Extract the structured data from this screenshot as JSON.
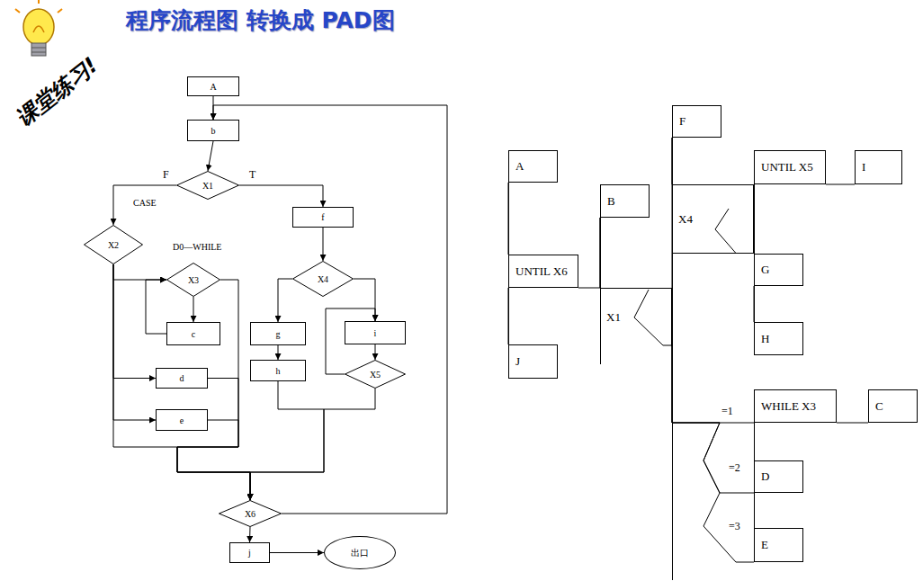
{
  "diagram": {
    "title": "程序流程图 转换成 PAD图",
    "nodes": [
      {
        "text": [
          "A"
        ]
      },
      {
        "text": [
          "b"
        ]
      },
      {
        "text": [
          "X1"
        ]
      },
      {
        "text": [
          "X2"
        ]
      },
      {
        "text": [
          "f"
        ]
      },
      {
        "text": [
          "X3"
        ]
      },
      {
        "text": [
          "X4"
        ]
      },
      {
        "text": [
          "c"
        ]
      },
      {
        "text": [
          "g"
        ]
      },
      {
        "text": [
          "i"
        ]
      },
      {
        "text": [
          "h"
        ]
      },
      {
        "text": [
          "X5"
        ]
      },
      {
        "text": [
          "d"
        ]
      },
      {
        "text": [
          "e"
        ]
      },
      {
        "text": [
          "X6"
        ]
      },
      {
        "text": [
          "j"
        ]
      },
      {
        "text": [
          "出口"
        ]
      },
      {
        "text": [
          "A"
        ]
      },
      {
        "text": [
          "UNTIL X6"
        ]
      },
      {
        "text": [
          "J"
        ]
      },
      {
        "text": [
          "B"
        ]
      },
      {
        "text": [
          "X1"
        ]
      },
      {
        "text": [
          "F"
        ]
      },
      {
        "text": [
          "X4"
        ]
      },
      {
        "text": [
          "UNTIL X5"
        ]
      },
      {
        "text": [
          "I"
        ]
      },
      {
        "text": [
          "G"
        ]
      },
      {
        "text": [
          "H"
        ]
      },
      {
        "text": [
          "WHILE X3"
        ]
      },
      {
        "text": [
          "C"
        ]
      },
      {
        "text": [
          "D"
        ]
      },
      {
        "text": [
          "E"
        ]
      }
    ],
    "edges": [
      {
        "from": 0,
        "to": 1,
        "arrow": "to"
      },
      {
        "from": 1,
        "to": 2,
        "arrow": "to"
      },
      {
        "from": 2,
        "to": 3,
        "label": "F",
        "arrow": "to"
      },
      {
        "from": 2,
        "to": 4,
        "label": "T",
        "arrow": "to"
      },
      {
        "from": 4,
        "to": 6,
        "arrow": "to"
      },
      {
        "from": 6,
        "to": 8,
        "arrow": "to"
      },
      {
        "from": 8,
        "to": 10,
        "arrow": "to"
      },
      {
        "from": 6,
        "to": 9,
        "arrow": "to"
      },
      {
        "from": 9,
        "to": 11,
        "arrow": "to"
      },
      {
        "from": 11,
        "to": 9,
        "arrow": "to"
      },
      {
        "from": 3,
        "to": 5,
        "arrow": "to"
      },
      {
        "from": 5,
        "to": 7,
        "arrow": "to"
      },
      {
        "from": 7,
        "to": 5,
        "arrow": "to"
      },
      {
        "from": 3,
        "to": 12,
        "arrow": "to"
      },
      {
        "from": 3,
        "to": 13,
        "arrow": "to"
      },
      {
        "from": 3,
        "to": 14,
        "arrow": "to"
      },
      {
        "from": 5,
        "to": 14,
        "arrow": "to"
      },
      {
        "from": 12,
        "to": 14,
        "arrow": "to"
      },
      {
        "from": 13,
        "to": 14,
        "arrow": "to"
      },
      {
        "from": 10,
        "to": 14,
        "arrow": "to"
      },
      {
        "from": 11,
        "to": 14,
        "arrow": "to"
      },
      {
        "from": 14,
        "to": 1,
        "arrow": "to"
      },
      {
        "from": 14,
        "to": 15,
        "arrow": "to"
      },
      {
        "from": 15,
        "to": 16,
        "arrow": "to"
      },
      {
        "from": 17,
        "to": 18,
        "arrow": "none"
      },
      {
        "from": 18,
        "to": 19,
        "arrow": "none"
      },
      {
        "from": 18,
        "to": 20,
        "arrow": "none"
      },
      {
        "from": 20,
        "to": 21,
        "arrow": "none"
      },
      {
        "from": 21,
        "to": 22,
        "arrow": "none"
      },
      {
        "from": 22,
        "to": 23,
        "arrow": "none"
      },
      {
        "from": 24,
        "to": 25,
        "arrow": "none"
      },
      {
        "from": 26,
        "to": 27,
        "arrow": "none"
      },
      {
        "from": 28,
        "to": 29,
        "arrow": "none"
      },
      {
        "from": 21,
        "to": 28,
        "label": "=1",
        "arrow": "none"
      },
      {
        "from": 21,
        "to": 30,
        "label": "=2",
        "arrow": "none"
      },
      {
        "from": 21,
        "to": 31,
        "label": "=3",
        "arrow": "none"
      }
    ],
    "labels": [
      "课堂练习!",
      "CASE",
      "D0—WHILE"
    ]
  }
}
